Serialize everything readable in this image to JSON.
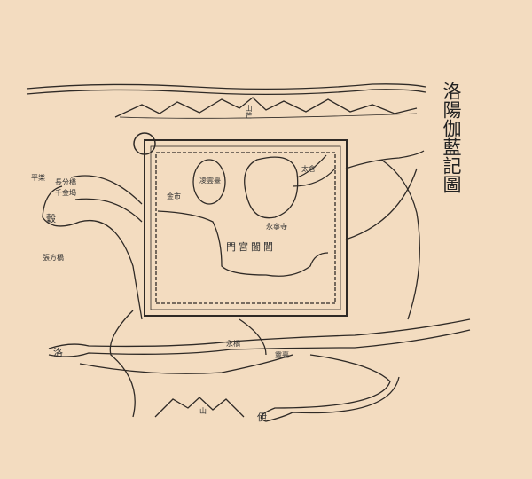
{
  "map": {
    "title": "洛陽伽藍記圖",
    "labels": {
      "mang_mountain": "山芒",
      "palace_gate": "門宮闔閶",
      "gold_market": "金市",
      "luo_river": "洛",
      "yi_river": "伊",
      "gu_river": "穀",
      "yong_bridge": "永橋",
      "zhangfang_bridge": "張方橋",
      "changfen_bridge": "長分橋",
      "qianjin_weir": "千金堨",
      "mountain_south": "山",
      "yongning_temple": "永寧寺",
      "taicang": "太倉",
      "lingtai": "靈臺",
      "pingle": "平樂",
      "lingyun_pavilion": "凌雲臺"
    }
  }
}
